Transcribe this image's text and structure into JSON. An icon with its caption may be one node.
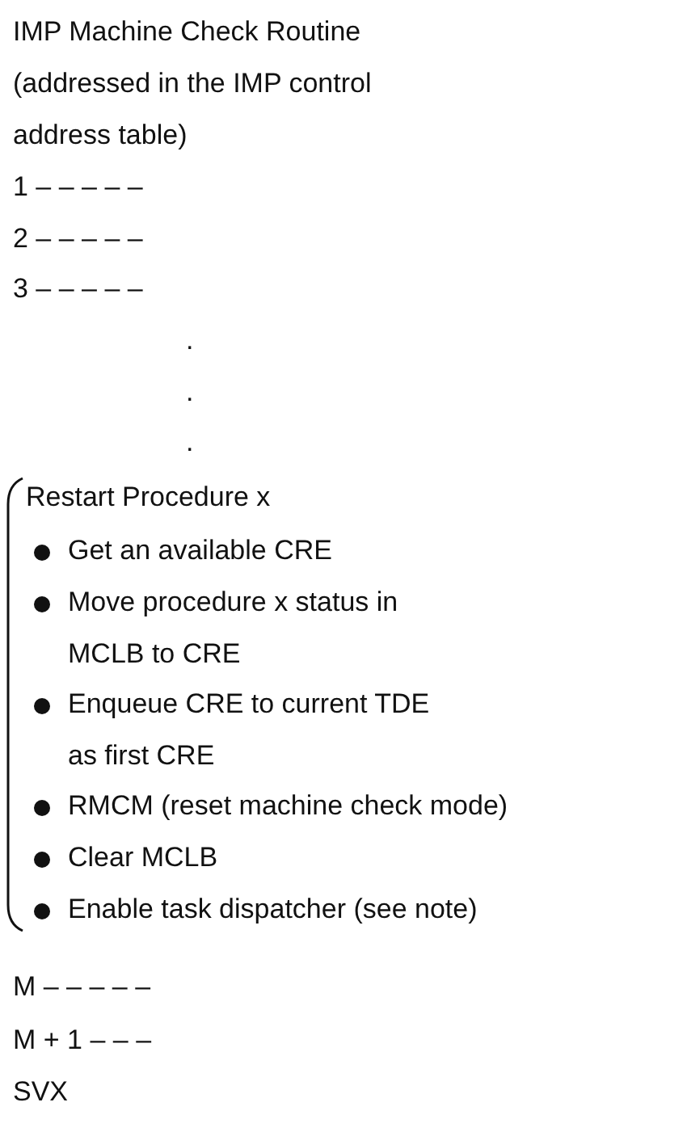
{
  "diagram": {
    "title": "IMP Machine Check Routine (addressed in the IMP control address table)",
    "labels": [
      "1 – – – – –",
      "2 – – – – –",
      "3 – – – – –",
      ".",
      ".",
      ".",
      "Restart Procedure x",
      "Get an available CRE",
      "Move procedure x status in MCLB to CRE",
      "Enqueue CRE to current TDE as first CRE",
      "RMCM (reset machine check mode)",
      "Clear MCLB",
      "Enable task dispatcher (see note)",
      "M – – – – –",
      "M + 1 – – –",
      "SVX"
    ]
  }
}
